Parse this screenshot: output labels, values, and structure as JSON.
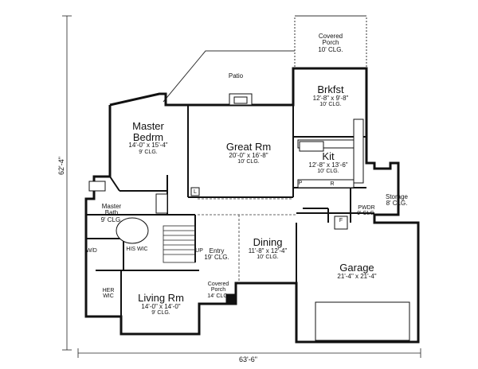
{
  "dimensions": {
    "overall_width": "63'-6\"",
    "overall_depth": "62'-4\""
  },
  "rooms": {
    "covered_porch_rear": {
      "name": "Covered\nPorch",
      "ceiling": "10' CLG."
    },
    "patio": {
      "name": "Patio"
    },
    "brkfst": {
      "name": "Brkfst",
      "size": "12'-8\" x 9'-8\"",
      "ceiling": "10' CLG."
    },
    "kit": {
      "name": "Kit",
      "size": "12'-8\" x 13'-6\"",
      "ceiling": "10' CLG."
    },
    "master_bedrm": {
      "name": "Master\nBedrm",
      "size": "14'-0\" x 15'-4\"",
      "ceiling": "9' CLG."
    },
    "great_rm": {
      "name": "Great Rm",
      "size": "20'-0\" x 16'-8\"",
      "ceiling": "10' CLG."
    },
    "master_bath": {
      "name": "Master\nBath",
      "ceiling": "9' CLG."
    },
    "storage": {
      "name": "Storage",
      "ceiling": "8' CLG."
    },
    "pwdr": {
      "name": "PWDR",
      "ceiling": "9' CLG."
    },
    "entry": {
      "name": "Entry",
      "ceiling": "19' CLG."
    },
    "dining": {
      "name": "Dining",
      "size": "11'-8\" x 12'-4\"",
      "ceiling": "10' CLG."
    },
    "garage": {
      "name": "Garage",
      "size": "21'-4\" x 21'-4\""
    },
    "his_wic": {
      "name": "HIS\nWIC"
    },
    "her_wic": {
      "name": "HER\nWIC"
    },
    "wd": {
      "name": "W/D"
    },
    "living_rm": {
      "name": "Living Rm",
      "size": "14'-0\" x 14'-0\"",
      "ceiling": "9' CLG."
    },
    "covered_porch_front": {
      "name": "Covered\nPorch",
      "ceiling": "14' CLG."
    }
  },
  "labels": {
    "up": "UP",
    "ref": "R",
    "pantry": "P",
    "linen": "L",
    "fridge": "F"
  }
}
